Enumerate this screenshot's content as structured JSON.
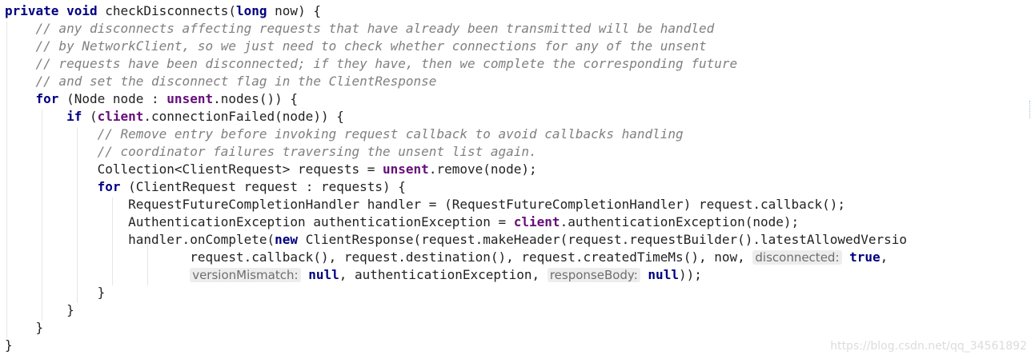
{
  "editor": {
    "lines": [
      [
        {
          "t": "private",
          "c": "kw"
        },
        {
          "t": " "
        },
        {
          "t": "void",
          "c": "kw"
        },
        {
          "t": " checkDisconnects("
        },
        {
          "t": "long",
          "c": "kw"
        },
        {
          "t": " now) {"
        }
      ],
      [
        {
          "t": "    "
        },
        {
          "t": "// any disconnects affecting requests that have already been transmitted will be handled",
          "c": "cm"
        }
      ],
      [
        {
          "t": "    "
        },
        {
          "t": "// by NetworkClient, so we just need to check whether connections for any of the unsent",
          "c": "cm"
        }
      ],
      [
        {
          "t": "    "
        },
        {
          "t": "// requests have been disconnected; if they have, then we complete the corresponding future",
          "c": "cm"
        }
      ],
      [
        {
          "t": "    "
        },
        {
          "t": "// and set the disconnect flag in the ClientResponse",
          "c": "cm"
        }
      ],
      [
        {
          "t": "    "
        },
        {
          "t": "for",
          "c": "kw"
        },
        {
          "t": " (Node node : "
        },
        {
          "t": "unsent",
          "c": "field"
        },
        {
          "t": ".nodes()) {"
        }
      ],
      [
        {
          "t": "        "
        },
        {
          "t": "if",
          "c": "kw"
        },
        {
          "t": " ("
        },
        {
          "t": "client",
          "c": "field"
        },
        {
          "t": ".connectionFailed(node)) {"
        }
      ],
      [
        {
          "t": "            "
        },
        {
          "t": "// Remove entry before invoking request callback to avoid callbacks handling",
          "c": "cm"
        }
      ],
      [
        {
          "t": "            "
        },
        {
          "t": "// coordinator failures traversing the unsent list again.",
          "c": "cm"
        }
      ],
      [
        {
          "t": "            Collection<ClientRequest> requests = "
        },
        {
          "t": "unsent",
          "c": "field"
        },
        {
          "t": ".remove(node);"
        }
      ],
      [
        {
          "t": "            "
        },
        {
          "t": "for",
          "c": "kw"
        },
        {
          "t": " (ClientRequest request : requests) {"
        }
      ],
      [
        {
          "t": "                RequestFutureCompletionHandler handler = (RequestFutureCompletionHandler) request.callback();"
        }
      ],
      [
        {
          "t": "                AuthenticationException authenticationException = "
        },
        {
          "t": "client",
          "c": "field"
        },
        {
          "t": ".authenticationException(node);"
        }
      ],
      [
        {
          "t": "                handler.onComplete("
        },
        {
          "t": "new",
          "c": "kw"
        },
        {
          "t": " ClientResponse(request.makeHeader(request.requestBuilder().latestAllowedVersio"
        }
      ],
      [
        {
          "t": "                        request.callback(), request.destination(), request.createdTimeMs(), now, "
        },
        {
          "t": "disconnected:",
          "c": "hint"
        },
        {
          "t": " "
        },
        {
          "t": "true",
          "c": "kw"
        },
        {
          "t": ","
        }
      ],
      [
        {
          "t": "                        "
        },
        {
          "t": "versionMismatch:",
          "c": "hint"
        },
        {
          "t": " "
        },
        {
          "t": "null",
          "c": "kw"
        },
        {
          "t": ", authenticationException, "
        },
        {
          "t": "responseBody:",
          "c": "hint"
        },
        {
          "t": " "
        },
        {
          "t": "null",
          "c": "kw"
        },
        {
          "t": "));"
        }
      ],
      [
        {
          "t": "            }"
        }
      ],
      [
        {
          "t": "        }"
        }
      ],
      [
        {
          "t": "    }"
        }
      ],
      [
        {
          "t": "}"
        }
      ]
    ]
  },
  "watermark": "https://blog.csdn.net/qq_34561892"
}
